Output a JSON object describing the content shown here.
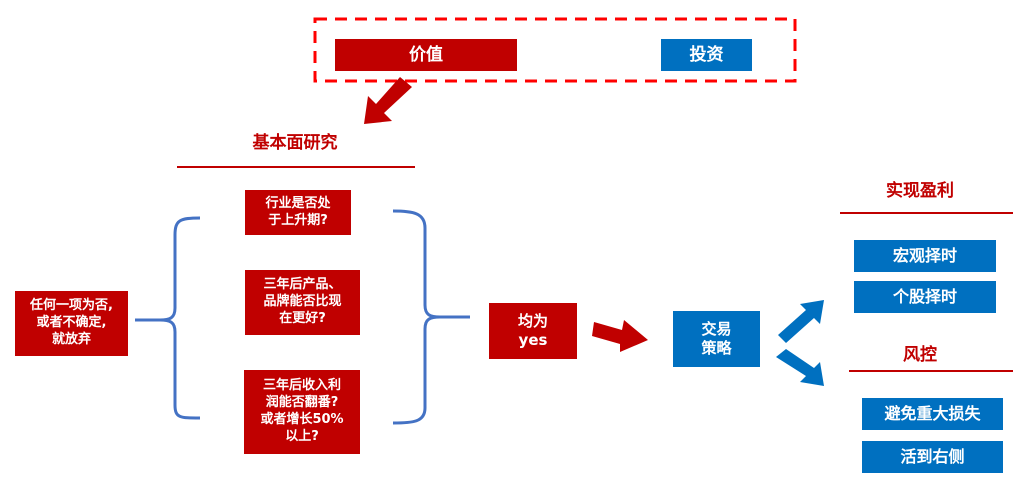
{
  "top_group": {
    "value_label": "价值",
    "invest_label": "投资"
  },
  "fundamental": {
    "heading": "基本面研究",
    "questions": [
      "行业是否处\n于上升期?",
      "三年后产品、\n品牌能否比现\n在更好?",
      "三年后收入利\n润能否翻番?\n或者增长50%\n以上?"
    ],
    "reject_rule": "任何一项为否,\n或者不确定,\n就放弃",
    "all_yes": "均为\nyes"
  },
  "strategy": {
    "label": "交易\n策略"
  },
  "profit": {
    "heading": "实现盈利",
    "items": [
      "宏观择时",
      "个股择时"
    ]
  },
  "risk": {
    "heading": "风控",
    "items": [
      "避免重大损失",
      "活到右侧"
    ]
  },
  "colors": {
    "red": "#c00000",
    "blue": "#0070c0",
    "dash_red": "#ff0000",
    "bracket_blue": "#4472c4"
  }
}
